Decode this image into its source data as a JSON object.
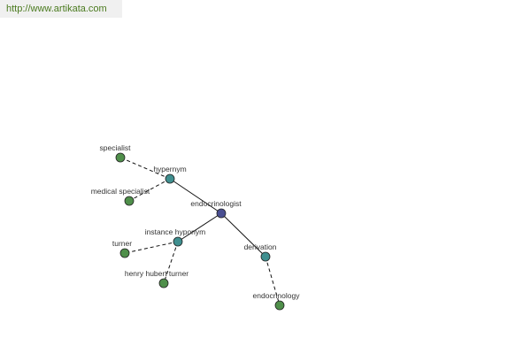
{
  "source": {
    "url": "http://www.artikata.com"
  },
  "colors": {
    "center_node": "#4a4f92",
    "relation_node": "#3f8f8f",
    "term_node": "#4f8f4a",
    "node_stroke": "#222222",
    "edge": "#111111",
    "label": "#333333",
    "source_text": "#4a7a1e"
  },
  "graph": {
    "center": {
      "id": "center",
      "label": "endocrinologist"
    },
    "relations": [
      {
        "id": "hypernym",
        "label": "hypernym"
      },
      {
        "id": "instance_hyponym",
        "label": "instance hyponym"
      },
      {
        "id": "derivation",
        "label": "derivation"
      }
    ],
    "terms": [
      {
        "id": "specialist",
        "label": "specialist",
        "relation": "hypernym"
      },
      {
        "id": "medical_specialist",
        "label": "medical specialist",
        "relation": "hypernym"
      },
      {
        "id": "turner",
        "label": "turner",
        "relation": "instance_hyponym"
      },
      {
        "id": "henry_hubert_turner",
        "label": "henry hubert turner",
        "relation": "instance_hyponym"
      },
      {
        "id": "endocrinology",
        "label": "endocrinology",
        "relation": "derivation"
      }
    ]
  }
}
